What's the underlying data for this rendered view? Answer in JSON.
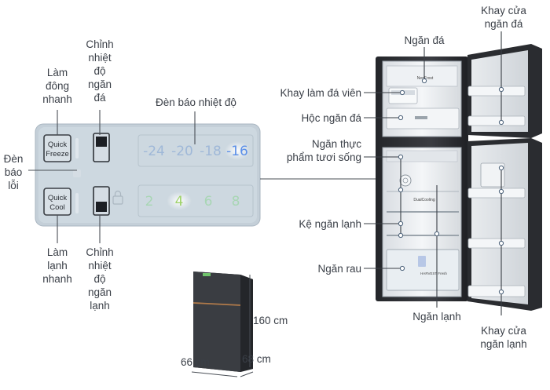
{
  "panel": {
    "btn_quick_freeze": [
      "Quick",
      "Freeze"
    ],
    "btn_quick_cool": [
      "Quick",
      "Cool"
    ],
    "freezer_temps": [
      "-24",
      "-20",
      "-18",
      "-16"
    ],
    "fridge_temps": [
      "2",
      "4",
      "6",
      "8"
    ],
    "freezer_selected": "-16",
    "fridge_selected": "4"
  },
  "labels": {
    "lam_dong_nhanh": "Làm\nđông\nnhanh",
    "chinh_nhiet_do_ngan_da": "Chỉnh\nnhiệt\nđộ\nngăn\nđá",
    "den_bao_nhiet_do": "Đèn báo nhiệt độ",
    "den_bao_loi": "Đèn\nbáo\nlỗi",
    "lam_lanh_nhanh": "Làm\nlạnh\nnhanh",
    "chinh_nhiet_do_ngan_lanh": "Chỉnh\nnhiệt\nđộ\nngăn\nlạnh",
    "ngan_da": "Ngăn đá",
    "khay_cua_ngan_da": "Khay cửa\nngăn đá",
    "khay_lam_da_vien": "Khay làm đá viên",
    "hoc_ngan_da": "Hộc ngăn đá",
    "ngan_thuc_pham_tuoi_song": "Ngăn thực\nphẩm tươi sống",
    "ke_ngan_lanh": "Kệ ngăn lạnh",
    "ngan_rau": "Ngăn rau",
    "ngan_lanh": "Ngăn lạnh",
    "khay_cua_ngan_lanh": "Khay cửa\nngăn lạnh"
  },
  "dimensions": {
    "height": "160 cm",
    "width": "66 cm",
    "depth": "68 cm"
  },
  "fridge_prints": {
    "neofrost": "NeoFrost",
    "dualcooling": "DualCooling",
    "harvest_fresh": "HARVEST Fresh"
  },
  "colors": {
    "panel_bg": "#c9d5de",
    "led_blue": "#5b8fe8",
    "led_green": "#9fd36a",
    "dim_green": "#a8d6b4",
    "dim_blue": "#9fb8d8",
    "fridge_body": "#2b2d31"
  }
}
